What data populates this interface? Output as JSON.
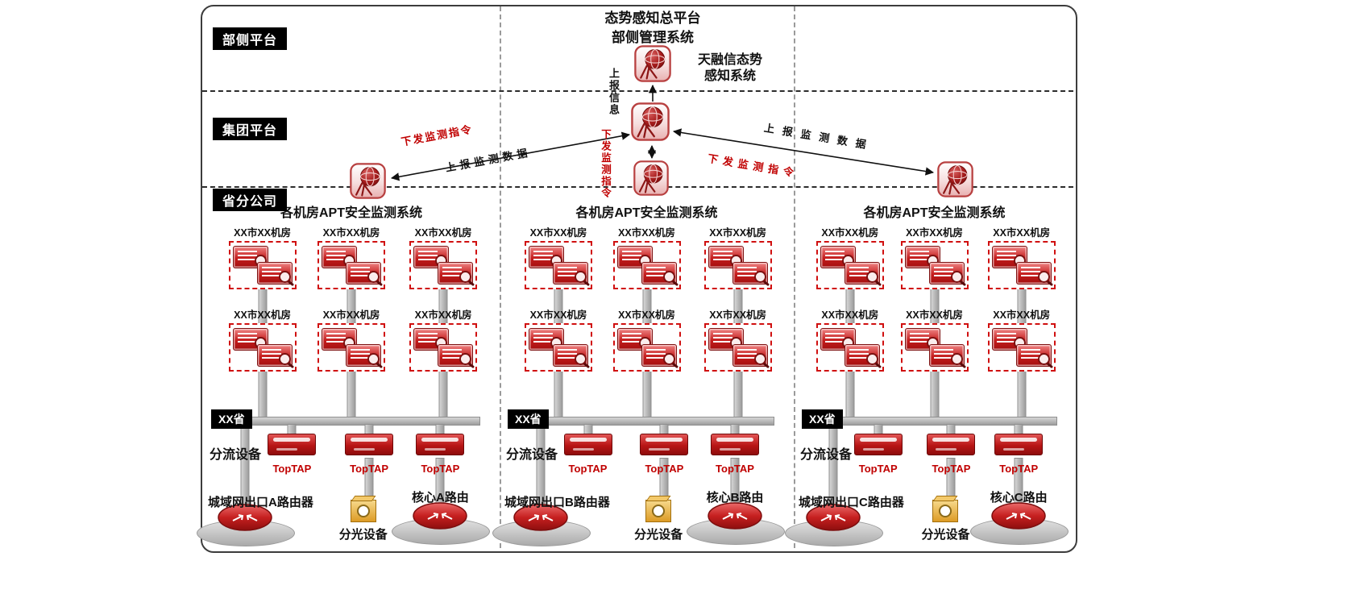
{
  "bands": {
    "ministry": "部侧平台",
    "group": "集团平台",
    "province": "省分公司"
  },
  "headquarters": {
    "title_line1": "态势感知总平台",
    "title_line2": "部侧管理系统",
    "vendor_line1": "天融信态势",
    "vendor_line2": "感知系统"
  },
  "flow_labels": {
    "report_info": "上报信息",
    "center_dispatch": "下发监测指令",
    "left_dispatch": "下发监测指令",
    "left_report": "上报监测数据",
    "right_report": "上报监测数据",
    "right_dispatch": "下发监测指令"
  },
  "columns": [
    {
      "apt_title": "各机房APT安全监测系统",
      "province_tag": "XX省",
      "splitter_device": "分流设备",
      "rooms": [
        "XX市XX机房",
        "XX市XX机房",
        "XX市XX机房",
        "XX市XX机房",
        "XX市XX机房",
        "XX市XX机房"
      ],
      "taps": [
        "TopTAP",
        "TopTAP",
        "TopTAP"
      ],
      "exit_router": "城域网出口A路由器",
      "optical_splitter": "分光设备",
      "core_router": "核心A路由"
    },
    {
      "apt_title": "各机房APT安全监测系统",
      "province_tag": "XX省",
      "splitter_device": "分流设备",
      "rooms": [
        "XX市XX机房",
        "XX市XX机房",
        "XX市XX机房",
        "XX市XX机房",
        "XX市XX机房",
        "XX市XX机房"
      ],
      "taps": [
        "TopTAP",
        "TopTAP",
        "TopTAP"
      ],
      "exit_router": "城域网出口B路由器",
      "optical_splitter": "分光设备",
      "core_router": "核心B路由"
    },
    {
      "apt_title": "各机房APT安全监测系统",
      "province_tag": "XX省",
      "splitter_device": "分流设备",
      "rooms": [
        "XX市XX机房",
        "XX市XX机房",
        "XX市XX机房",
        "XX市XX机房",
        "XX市XX机房",
        "XX市XX机房"
      ],
      "taps": [
        "TopTAP",
        "TopTAP",
        "TopTAP"
      ],
      "exit_router": "城域网出口C路由器",
      "optical_splitter": "分光设备",
      "core_router": "核心C路由"
    }
  ],
  "colors": {
    "accent_red": "#c00000",
    "dark_red": "#8c1212",
    "bar_gray": "#bcbcbc",
    "splitter_yellow": "#dd9b25",
    "band_label_bg": "#000000",
    "dashed_box_red": "#d01010"
  },
  "icons": {
    "globe_node": "red globe with telescope tripod in rounded square",
    "apt_server": "red document stack with magnifier",
    "toptap_device": "red tap appliance slab",
    "router": "red cylinder router on gray cloud",
    "optical_splitter": "yellow splitter box with round port"
  }
}
